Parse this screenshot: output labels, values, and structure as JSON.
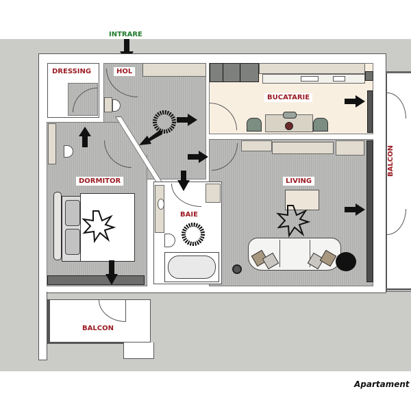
{
  "title": "Apartament",
  "entrance": {
    "label": "INTRARE",
    "color": "#1f7a2c"
  },
  "colors": {
    "site_background": "#cbcbc8",
    "walls": "#ffffff",
    "floor_gray": "#b9b9b7",
    "kitchen_floor": "#f9efe1",
    "room_label": "#9b1b23",
    "cabinets": "#e1dccf",
    "dark_cabinets": "#7d807c"
  },
  "rooms": {
    "dressing": {
      "label": "DRESSING"
    },
    "hol": {
      "label": "HOL"
    },
    "bucatarie": {
      "label": "BUCATARIE"
    },
    "dormitor": {
      "label": "DORMITOR"
    },
    "baie": {
      "label": "BAIE"
    },
    "living": {
      "label": "LIVING"
    },
    "balcon_south": {
      "label": "BALCON"
    },
    "balcon_east": {
      "label": "BALCON"
    }
  },
  "furniture": {
    "bed": "double-bed",
    "sofa": "three-seat-sofa",
    "dining": "dining-table-4-chairs",
    "bathtub": "bathtub",
    "coffee_table": "coffee-table",
    "rugs": [
      "round-wreath-rug-hol",
      "round-wreath-rug-baie",
      "star-rug-dormitor",
      "star-rug-living"
    ]
  },
  "arrows": [
    "entrance-arrow-down",
    "hol-to-bucatarie",
    "hol-to-dormitor",
    "hol-to-living",
    "hol-to-baie",
    "dormitor-to-dressing",
    "dormitor-to-balcon",
    "bucatarie-to-window",
    "living-to-balcon"
  ]
}
